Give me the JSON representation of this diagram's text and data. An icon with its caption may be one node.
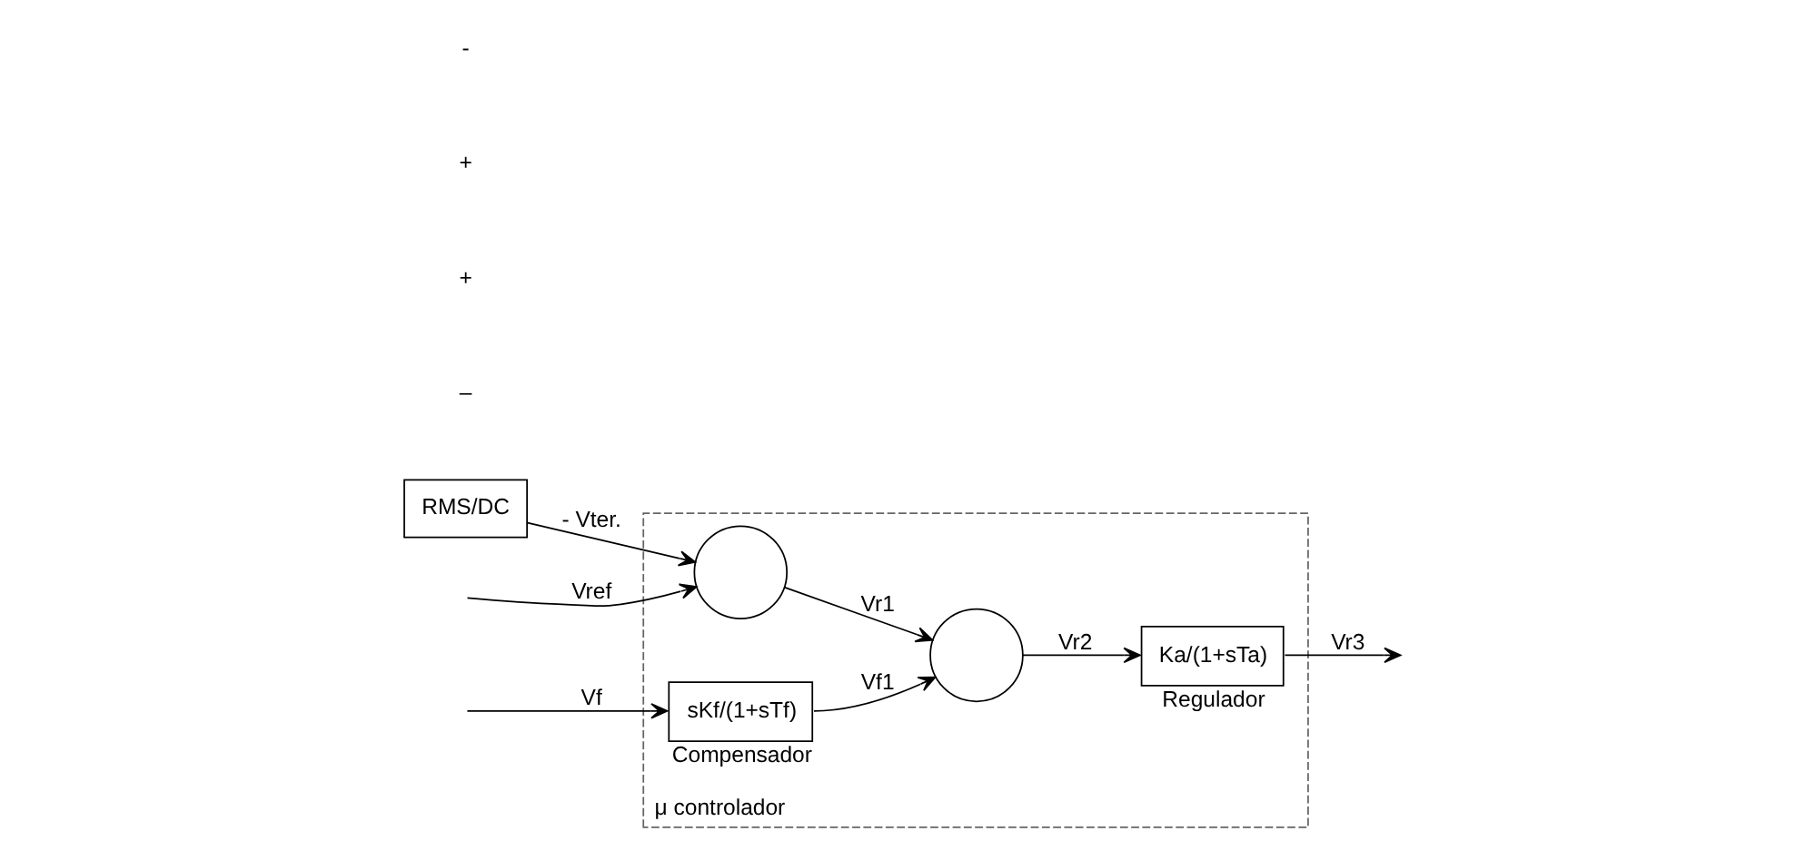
{
  "diagram": {
    "nodes": [
      {
        "text": [
          "μ controlador"
        ]
      },
      {
        "text": [
          "RMS/DC"
        ]
      },
      {
        "text": [],
        "shape": "circle",
        "in": 0
      },
      {
        "text": [],
        "shape": "circle",
        "in": 0
      },
      {
        "text": [
          "Ka/(1+sTa)"
        ],
        "beside": [
          "Regulador"
        ],
        "in": 0
      },
      {
        "text": [
          "sKf/(1+sTf)"
        ],
        "beside": [
          "Compensador"
        ],
        "in": 0
      }
    ],
    "edges": [
      {
        "from": 1,
        "to": 2,
        "arrow": "to",
        "label": "- Vter."
      },
      {
        "from": null,
        "to": 2,
        "arrow": "to",
        "label": "Vref"
      },
      {
        "from": 2,
        "to": 3,
        "arrow": "to",
        "label": "Vr1"
      },
      {
        "from": 3,
        "to": 4,
        "arrow": "to",
        "label": "Vr2"
      },
      {
        "from": 4,
        "to": null,
        "arrow": "to",
        "label": "Vr3"
      },
      {
        "from": null,
        "to": 5,
        "arrow": "to",
        "label": "Vf"
      },
      {
        "from": 5,
        "to": 3,
        "arrow": "to",
        "label": "Vf1"
      }
    ],
    "labels": [
      "–",
      "+",
      "+",
      "-"
    ]
  }
}
